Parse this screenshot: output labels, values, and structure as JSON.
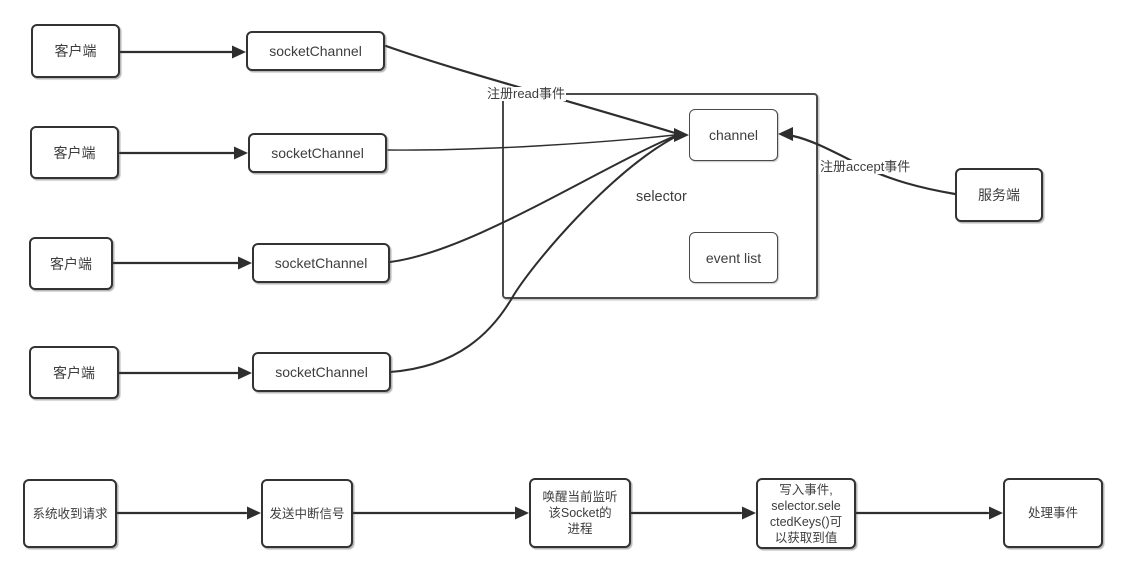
{
  "diagram": {
    "clients": [
      {
        "label": "客户端"
      },
      {
        "label": "客户端"
      },
      {
        "label": "客户端"
      },
      {
        "label": "客户端"
      }
    ],
    "socket_channels": [
      {
        "label": "socketChannel"
      },
      {
        "label": "socketChannel"
      },
      {
        "label": "socketChannel"
      },
      {
        "label": "socketChannel"
      }
    ],
    "selector": {
      "label": "selector"
    },
    "channel": {
      "label": "channel"
    },
    "event_list": {
      "label": "event list"
    },
    "server": {
      "label": "服务端"
    },
    "edge_labels": {
      "register_read": "注册read事件",
      "register_accept": "注册accept事件"
    },
    "steps": [
      {
        "label": "系统收到请求"
      },
      {
        "label": "发送中断信号"
      },
      {
        "label": "唤醒当前监听\n该Socket的\n进程"
      },
      {
        "label": "写入事件,\nselector.sele\nctedKeys()可\n以获取到值"
      },
      {
        "label": "处理事件"
      }
    ],
    "colors": {
      "line": "#2e2e2e",
      "text": "#3d3d3d",
      "background": "#ffffff"
    }
  }
}
